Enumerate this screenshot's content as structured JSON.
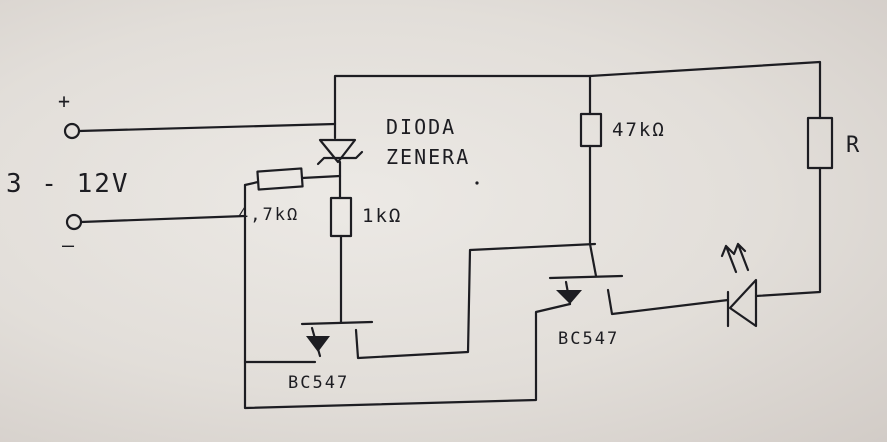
{
  "labels": {
    "supply_plus": "+",
    "supply_minus": "–",
    "supply_voltage": "3 - 12V",
    "zener_line1": "DIODA",
    "zener_line2": "ZENERA",
    "r_4k7": "4,7kΩ",
    "r_1k": "1kΩ",
    "r_47k": "47kΩ",
    "r_load": "R",
    "q1": "BC547",
    "q2": "BC547"
  }
}
